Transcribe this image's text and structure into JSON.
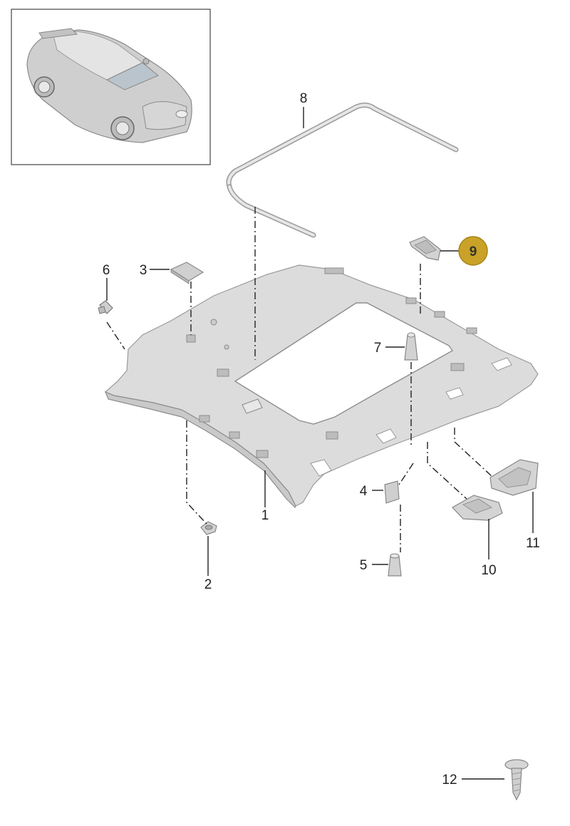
{
  "callouts": [
    {
      "id": "1",
      "label": "1"
    },
    {
      "id": "2",
      "label": "2"
    },
    {
      "id": "3",
      "label": "3"
    },
    {
      "id": "4",
      "label": "4"
    },
    {
      "id": "5",
      "label": "5"
    },
    {
      "id": "6",
      "label": "6"
    },
    {
      "id": "7",
      "label": "7"
    },
    {
      "id": "8",
      "label": "8"
    },
    {
      "id": "9",
      "label": "9",
      "highlighted": true
    },
    {
      "id": "10",
      "label": "10"
    },
    {
      "id": "11",
      "label": "11"
    },
    {
      "id": "12",
      "label": "12"
    }
  ],
  "colors": {
    "highlight_fill": "#c9a227",
    "highlight_stroke": "#a8841a",
    "part_fill": "#dcdcdc",
    "line": "#222222"
  }
}
